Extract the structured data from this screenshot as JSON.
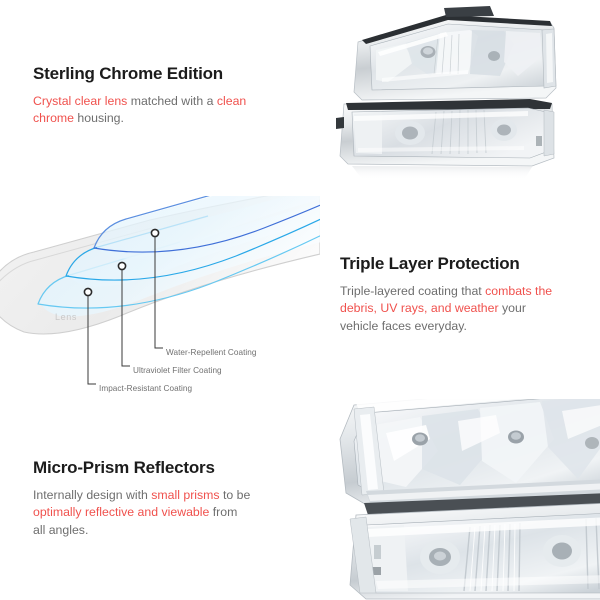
{
  "product": {
    "photo_top_alt": "chrome-headlight-assembly-pair",
    "photo_bottom_alt": "chrome-headlight-closeup-prism-reflectors"
  },
  "panels": [
    {
      "id": "sterling-chrome-edition",
      "heading": "Sterling Chrome Edition",
      "body_parts": [
        {
          "text": "Crystal clear lens",
          "highlight": true
        },
        {
          "text": " matched with a ",
          "highlight": false
        },
        {
          "text": "clean chrome",
          "highlight": true
        },
        {
          "text": " housing.",
          "highlight": false
        }
      ]
    },
    {
      "id": "triple-layer-protection",
      "heading": "Triple Layer Protection",
      "body_parts": [
        {
          "text": "Triple-layered coating that ",
          "highlight": false
        },
        {
          "text": "combats the debris, UV rays, and weather",
          "highlight": true
        },
        {
          "text": " your vehicle faces everyday.",
          "highlight": false
        }
      ]
    },
    {
      "id": "micro-prism-reflectors",
      "heading": "Micro-Prism Reflectors",
      "body_parts": [
        {
          "text": "Internally design with ",
          "highlight": false
        },
        {
          "text": "small prisms",
          "highlight": true
        },
        {
          "text": " to be ",
          "highlight": false
        },
        {
          "text": "optimally reflective and viewable",
          "highlight": true
        },
        {
          "text": " from all angles.",
          "highlight": false
        }
      ]
    }
  ],
  "diagram": {
    "base_label": "Lens",
    "callouts": [
      {
        "label": "Water-Repellent Coating",
        "marker": "circle-marker-water"
      },
      {
        "label": "Ultraviolet Filter Coating",
        "marker": "circle-marker-uv"
      },
      {
        "label": "Impact-Resistant Coating",
        "marker": "circle-marker-impact"
      }
    ]
  },
  "colors": {
    "accent_red": "#f0514d",
    "heading": "#1c1c1c",
    "body": "#6e6e6e",
    "label": "#707070",
    "divider": "#ececec",
    "layer_top": "#3f6fd8",
    "layer_mid": "#29a8e8",
    "layer_bottom": "#66c9f2",
    "base_plate": "#f1f1f1"
  }
}
